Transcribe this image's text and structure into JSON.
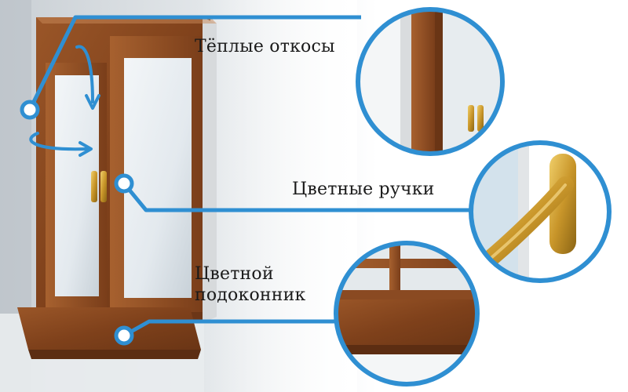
{
  "callouts": {
    "slopes": "Тёплые откосы",
    "handles": "Цветные ручки",
    "sill_line1": "Цветной",
    "sill_line2": "подоконник"
  },
  "colors": {
    "accent": "#2f8fd2",
    "frame_wood": "#8b4a22",
    "handle_gold": "#c99a2e"
  },
  "icons": [
    "rotate-down-arrow-icon",
    "swing-open-arrow-icon",
    "callout-dot-icon"
  ]
}
